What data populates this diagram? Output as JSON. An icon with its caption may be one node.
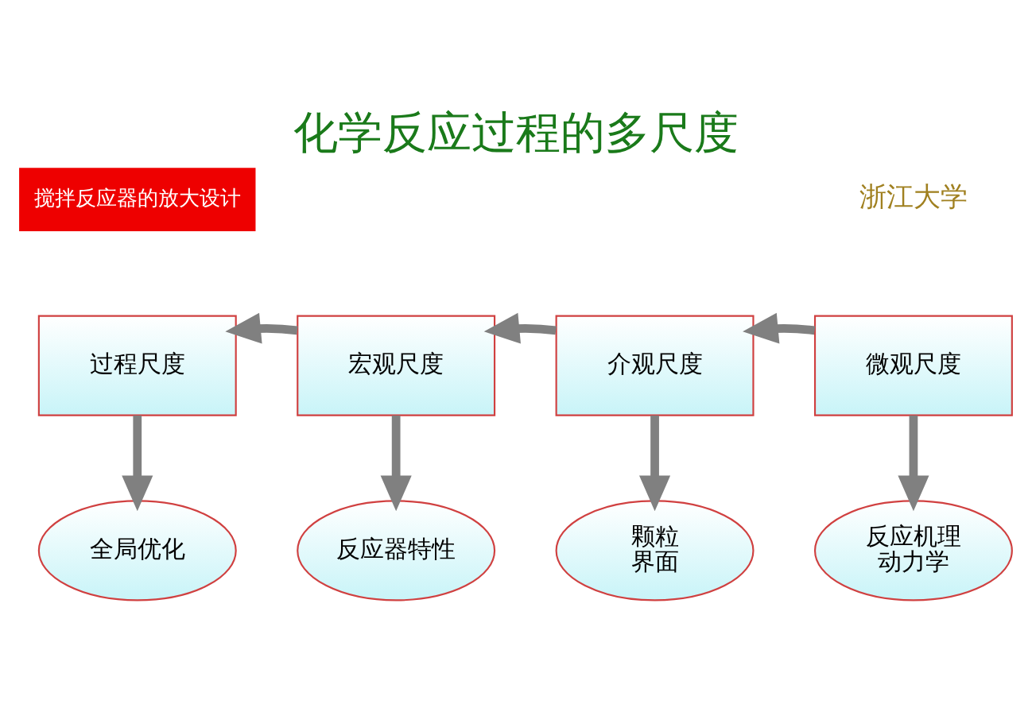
{
  "diagram": {
    "title": "化学反应过程的多尺度",
    "nodes": [
      {
        "text": [
          "过程尺度"
        ]
      },
      {
        "text": [
          "宏观尺度"
        ]
      },
      {
        "text": [
          "介观尺度"
        ]
      },
      {
        "text": [
          "微观尺度"
        ]
      },
      {
        "text": [
          "全局优化"
        ]
      },
      {
        "text": [
          "反应器特性"
        ]
      },
      {
        "text": [
          "颗粒",
          "界面"
        ]
      },
      {
        "text": [
          "反应机理",
          "动力学"
        ]
      }
    ],
    "edges": [
      {
        "from": 3,
        "to": 2,
        "arrow": "to"
      },
      {
        "from": 2,
        "to": 1,
        "arrow": "to"
      },
      {
        "from": 1,
        "to": 0,
        "arrow": "to"
      },
      {
        "from": 0,
        "to": 4,
        "arrow": "to"
      },
      {
        "from": 1,
        "to": 5,
        "arrow": "to"
      },
      {
        "from": 2,
        "to": 6,
        "arrow": "to"
      },
      {
        "from": 3,
        "to": 7,
        "arrow": "to"
      }
    ],
    "labels": [
      "搅拌反应器的放大设计",
      "浙江大学"
    ]
  }
}
